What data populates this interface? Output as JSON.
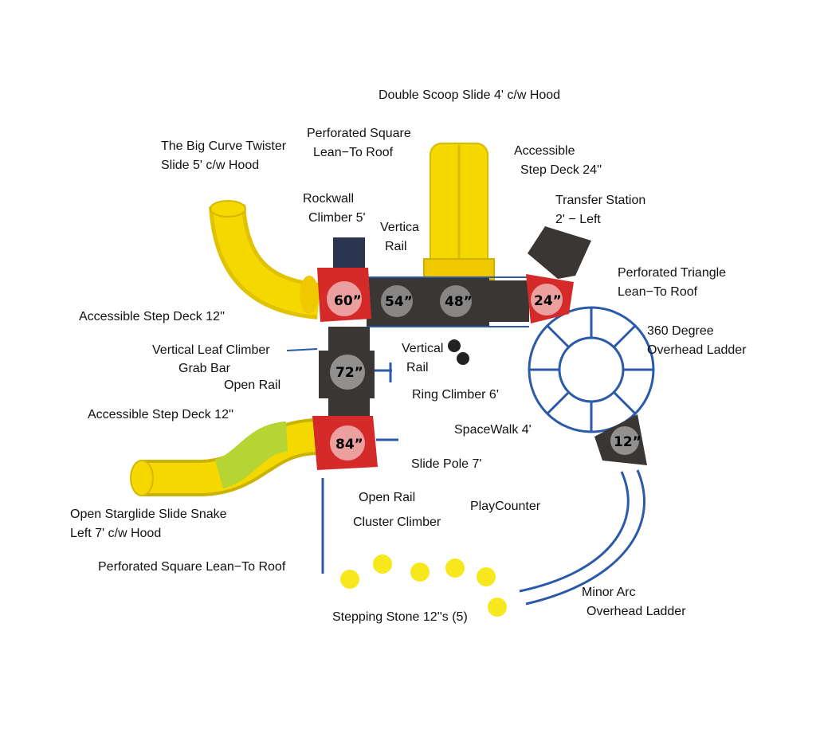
{
  "labels": {
    "double_scoop": "Double Scoop Slide 4' c/w Hood",
    "perf_square_1": "Perforated Square",
    "perf_square_2": "Lean−To Roof",
    "big_curve_1": "The Big Curve Twister",
    "big_curve_2": "Slide 5' c/w Hood",
    "acc_step_24_1": "Accessible",
    "acc_step_24_2": "Step Deck 24''",
    "transfer_1": "Transfer Station",
    "transfer_2": "2' − Left",
    "rockwall_1": "Rockwall",
    "rockwall_2": "Climber 5'",
    "vertica_1": "Vertica",
    "vertica_2": "Rail",
    "perf_tri_1": "Perforated Triangle",
    "perf_tri_2": "Lean−To Roof",
    "acc_step_12_a": "Accessible Step Deck 12''",
    "overhead_360_1": "360 Degree",
    "overhead_360_2": "Overhead Ladder",
    "vleaf": "Vertical Leaf Climber",
    "grab_bar": "Grab Bar",
    "vertical_rail_1": "Vertical",
    "vertical_rail_2": "Rail",
    "open_rail_a": "Open Rail",
    "ring_climber": "Ring Climber 6'",
    "acc_step_12_b": "Accessible Step Deck 12''",
    "spacewalk": "SpaceWalk 4'",
    "slide_pole": "Slide Pole 7'",
    "open_starglide_1": "Open Starglide Slide Snake",
    "open_starglide_2": "Left 7' c/w Hood",
    "open_rail_b": "Open Rail",
    "playcounter": "PlayCounter",
    "cluster": "Cluster Climber",
    "perf_square_lean": "Perforated Square Lean−To Roof",
    "minor_arc_1": "Minor Arc",
    "minor_arc_2": "Overhead Ladder",
    "stepping": "Stepping Stone 12''s (5)"
  },
  "heights": {
    "h60": "60”",
    "h54": "54”",
    "h48": "48”",
    "h24": "24”",
    "h72": "72”",
    "h84": "84”",
    "h12": "12”"
  },
  "colors": {
    "roof_red": "#d42a2a",
    "deck_dark": "#3a3634",
    "slide_yellow": "#f5d800",
    "slide_green": "#b6d433",
    "rail_blue": "#2a5aa8",
    "stone_yellow": "#f7e81e"
  }
}
